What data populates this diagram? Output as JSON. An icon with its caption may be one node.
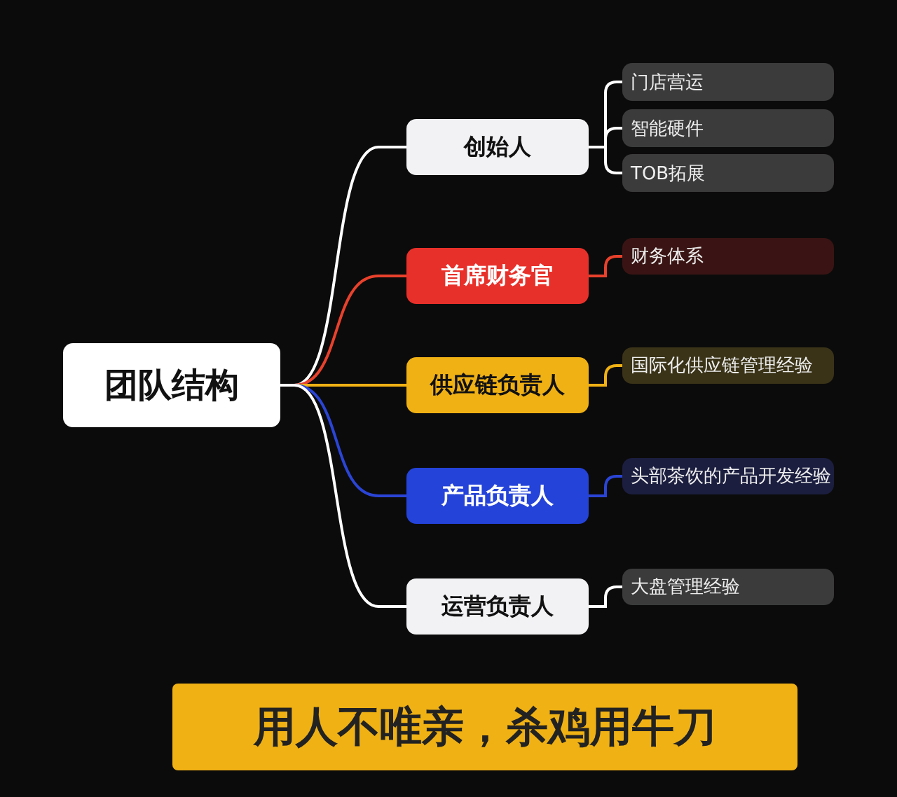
{
  "diagram": {
    "nodes": [
      {
        "text": [
          "团队结构"
        ]
      },
      {
        "text": [
          "创始人"
        ]
      },
      {
        "text": [
          "门店营运"
        ]
      },
      {
        "text": [
          "智能硬件"
        ]
      },
      {
        "text": [
          "TOB拓展"
        ]
      },
      {
        "text": [
          "首席财务官"
        ]
      },
      {
        "text": [
          "财务体系"
        ]
      },
      {
        "text": [
          "供应链负责人"
        ]
      },
      {
        "text": [
          "国际化供应链管理经验"
        ]
      },
      {
        "text": [
          "产品负责人"
        ]
      },
      {
        "text": [
          "头部茶饮的产品开发经验"
        ]
      },
      {
        "text": [
          "运营负责人"
        ]
      },
      {
        "text": [
          "大盘管理经验"
        ]
      },
      {
        "text": [
          "用人不唯亲，杀鸡用牛刀"
        ]
      }
    ],
    "edges": [
      {
        "from": 0,
        "to": 1,
        "arrow": "none"
      },
      {
        "from": 0,
        "to": 5,
        "arrow": "none",
        "color": "#e8412c"
      },
      {
        "from": 0,
        "to": 7,
        "arrow": "none",
        "color": "#f0b114"
      },
      {
        "from": 0,
        "to": 9,
        "arrow": "none",
        "color": "#2a45d6"
      },
      {
        "from": 0,
        "to": 11,
        "arrow": "none"
      },
      {
        "from": 1,
        "to": 2,
        "arrow": "none"
      },
      {
        "from": 1,
        "to": 3,
        "arrow": "none"
      },
      {
        "from": 1,
        "to": 4,
        "arrow": "none"
      },
      {
        "from": 5,
        "to": 6,
        "arrow": "none",
        "color": "#e8412c"
      },
      {
        "from": 7,
        "to": 8,
        "arrow": "none",
        "color": "#f0b114"
      },
      {
        "from": 9,
        "to": 10,
        "arrow": "none",
        "color": "#2a45d6"
      },
      {
        "from": 11,
        "to": 12,
        "arrow": "none"
      }
    ]
  }
}
